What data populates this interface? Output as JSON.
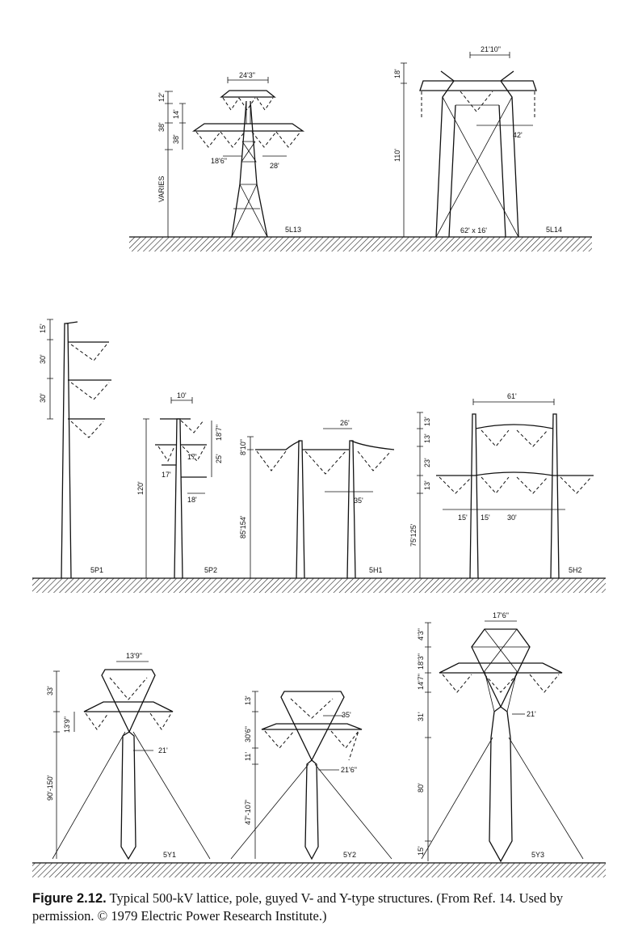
{
  "row1": {
    "t5L13": {
      "name": "5L13",
      "dims": [
        "24'3\"",
        "12'",
        "14'",
        "38'",
        "38'",
        "18'6\"",
        "28'",
        "VARIES"
      ]
    },
    "t5L14": {
      "name": "5L14",
      "dims": [
        "21'10\"",
        "18'",
        "110'",
        "42'",
        "62' x 16'"
      ]
    }
  },
  "row2": {
    "t5P1": {
      "name": "5P1",
      "dims": [
        "15'",
        "30'",
        "30'"
      ]
    },
    "t5P2": {
      "name": "5P2",
      "dims": [
        "10'",
        "18'7\"",
        "17'",
        "25'",
        "17'",
        "18'",
        "120'"
      ]
    },
    "t5H1": {
      "name": "5H1",
      "dims": [
        "26'",
        "8'10\"",
        "85'154'",
        "35'"
      ]
    },
    "t5H2": {
      "name": "5H2",
      "dims": [
        "61'",
        "13'",
        "13'",
        "23'",
        "13'",
        "15'",
        "15'",
        "30'",
        "75'125'"
      ]
    }
  },
  "row3": {
    "t5Y1": {
      "name": "5Y1",
      "dims": [
        "13'9\"",
        "33'",
        "13'9\"",
        "21'",
        "90'-150'"
      ]
    },
    "t5Y2": {
      "name": "5Y2",
      "dims": [
        "13'",
        "35'",
        "30'6\"",
        "11'",
        "21'6\"",
        "47'-107'"
      ]
    },
    "t5Y3": {
      "name": "5Y3",
      "dims": [
        "17'6\"",
        "4'3\"",
        "18'3\"",
        "14'7\"",
        "21'",
        "31'",
        "80'",
        "15'"
      ]
    }
  },
  "caption": {
    "label": "Figure 2.12.",
    "text": "Typical 500-kV lattice, pole, guyed V- and Y-type structures. (From Ref. 14. Used by permission. © 1979 Electric Power Research Institute.)"
  }
}
